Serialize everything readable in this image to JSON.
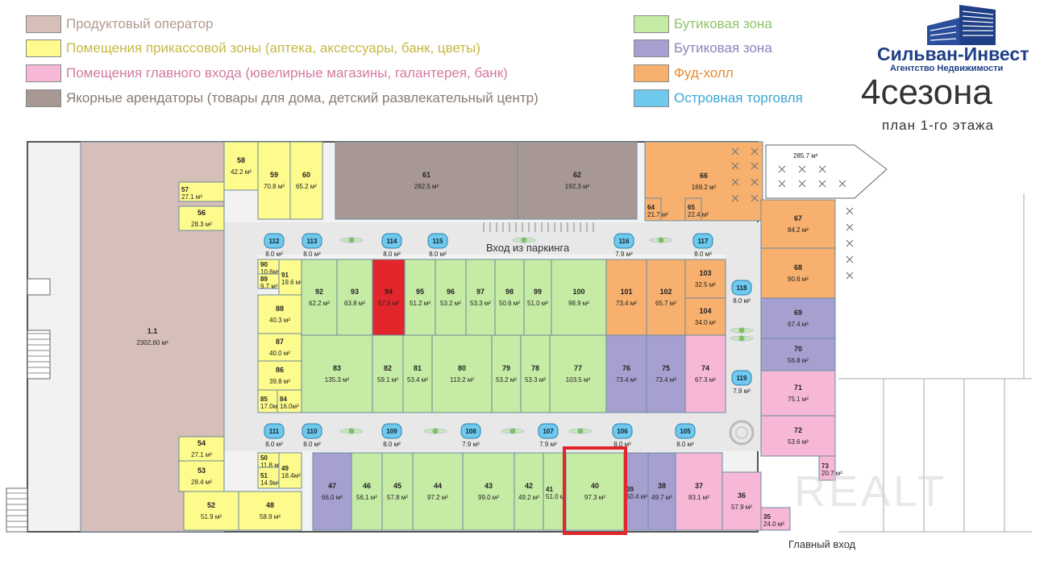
{
  "colors": {
    "product": "#d6bfb8",
    "checkout": "#fdfb8c",
    "entrance": "#f6b8d6",
    "anchor": "#a89894",
    "boutique_green": "#c6eba4",
    "boutique_purple": "#a6a0d0",
    "foodcourt": "#f7b06e",
    "island": "#6ec9ec",
    "highlight": "#e3262b",
    "corridor": "#e8e8e8"
  },
  "legend": [
    {
      "label": "Продуктовый оператор",
      "color": "#d6bfb8",
      "text_color": "#b29a90"
    },
    {
      "label": "Помещения прикассовой зоны (аптека, аксессуары, банк, цветы)",
      "color": "#fdfb8c",
      "text_color": "#c7b845"
    },
    {
      "label": "Помещения главного входа (ювелирные магазины, галантерея, банк)",
      "color": "#f6b8d6",
      "text_color": "#d47aa0"
    },
    {
      "label": "Якорные арендаторы (товары для дома, детский развлекательный центр)",
      "color": "#a89894",
      "text_color": "#8a7a74"
    },
    {
      "label": "Бутиковая зона",
      "color": "#c6eba4",
      "text_color": "#8fc46b"
    },
    {
      "label": "Бутиковая зона",
      "color": "#a6a0d0",
      "text_color": "#8a84b8"
    },
    {
      "label": "Фуд-холл",
      "color": "#f7b06e",
      "text_color": "#e98b2f"
    },
    {
      "label": "Островная торговля",
      "color": "#6ec9ec",
      "text_color": "#3ba7d6"
    }
  ],
  "logo": {
    "company": "Сильван-Инвест",
    "sub": "Агентство Недвижимости",
    "name": "4сезона",
    "plan": "план 1-го этажа"
  },
  "labels": {
    "parking_entrance": "Вход из паркинга",
    "main_entrance": "Главный вход",
    "free_area": "285.7 м²"
  },
  "units": [
    {
      "id": "1.1",
      "area": "2302,60 м²",
      "zone": "product"
    },
    {
      "id": "58",
      "area": "42.2 м²",
      "zone": "checkout"
    },
    {
      "id": "59",
      "area": "70.8 м²",
      "zone": "checkout"
    },
    {
      "id": "60",
      "area": "65.2 м²",
      "zone": "checkout"
    },
    {
      "id": "57",
      "area": "27.1 м²",
      "zone": "checkout"
    },
    {
      "id": "56",
      "area": "28.3 м²",
      "zone": "checkout"
    },
    {
      "id": "61",
      "area": "282.5 м²",
      "zone": "anchor"
    },
    {
      "id": "62",
      "area": "192.3 м²",
      "zone": "anchor"
    },
    {
      "id": "66",
      "area": "169.2 м²",
      "zone": "foodcourt"
    },
    {
      "id": "64",
      "area": "21.7 м²",
      "zone": "foodcourt"
    },
    {
      "id": "65",
      "area": "22.4 м²",
      "zone": "foodcourt"
    },
    {
      "id": "67",
      "area": "84.2 м²",
      "zone": "foodcourt"
    },
    {
      "id": "68",
      "area": "90.6 м²",
      "zone": "foodcourt"
    },
    {
      "id": "69",
      "area": "67.4 м²",
      "zone": "boutique_purple"
    },
    {
      "id": "70",
      "area": "56.8 м²",
      "zone": "boutique_purple"
    },
    {
      "id": "71",
      "area": "75.1 м²",
      "zone": "entrance"
    },
    {
      "id": "72",
      "area": "53.6 м²",
      "zone": "entrance"
    },
    {
      "id": "73",
      "area": "20.7 м²",
      "zone": "entrance"
    },
    {
      "id": "90",
      "area": "10.6м²",
      "zone": "checkout"
    },
    {
      "id": "89",
      "area": "9.7 м²",
      "zone": "checkout"
    },
    {
      "id": "91",
      "area": "19.6 м²",
      "zone": "checkout"
    },
    {
      "id": "88",
      "area": "40.3 м²",
      "zone": "checkout"
    },
    {
      "id": "87",
      "area": "40.0 м²",
      "zone": "checkout"
    },
    {
      "id": "86",
      "area": "39.8 м²",
      "zone": "checkout"
    },
    {
      "id": "85",
      "area": "17.0м²",
      "zone": "checkout"
    },
    {
      "id": "84",
      "area": "16.0м²",
      "zone": "checkout"
    },
    {
      "id": "92",
      "area": "62.2 м²",
      "zone": "boutique_green"
    },
    {
      "id": "93",
      "area": "63.8 м²",
      "zone": "boutique_green"
    },
    {
      "id": "94",
      "area": "57.6 м²",
      "zone": "highlight"
    },
    {
      "id": "95",
      "area": "51.2 м²",
      "zone": "boutique_green"
    },
    {
      "id": "96",
      "area": "53.2 м²",
      "zone": "boutique_green"
    },
    {
      "id": "97",
      "area": "53.3 м²",
      "zone": "boutique_green"
    },
    {
      "id": "98",
      "area": "50.6 м²",
      "zone": "boutique_green"
    },
    {
      "id": "99",
      "area": "51.0 м²",
      "zone": "boutique_green"
    },
    {
      "id": "100",
      "area": "98.9 м²",
      "zone": "boutique_green"
    },
    {
      "id": "101",
      "area": "73.4 м²",
      "zone": "foodcourt"
    },
    {
      "id": "102",
      "area": "65.7 м²",
      "zone": "foodcourt"
    },
    {
      "id": "103",
      "area": "32.5 м²",
      "zone": "foodcourt"
    },
    {
      "id": "104",
      "area": "34.0 м²",
      "zone": "foodcourt"
    },
    {
      "id": "83",
      "area": "135.3 м²",
      "zone": "boutique_green"
    },
    {
      "id": "82",
      "area": "59.1 м²",
      "zone": "boutique_green"
    },
    {
      "id": "81",
      "area": "53.4 м²",
      "zone": "boutique_green"
    },
    {
      "id": "80",
      "area": "113.2 м²",
      "zone": "boutique_green"
    },
    {
      "id": "79",
      "area": "53.2 м²",
      "zone": "boutique_green"
    },
    {
      "id": "78",
      "area": "53.3 м²",
      "zone": "boutique_green"
    },
    {
      "id": "77",
      "area": "103.5 м²",
      "zone": "boutique_green"
    },
    {
      "id": "76",
      "area": "73.4 м²",
      "zone": "boutique_purple"
    },
    {
      "id": "75",
      "area": "73.4 м²",
      "zone": "boutique_purple"
    },
    {
      "id": "74",
      "area": "67.3 м²",
      "zone": "entrance"
    },
    {
      "id": "54",
      "area": "27.1 м²",
      "zone": "checkout"
    },
    {
      "id": "53",
      "area": "28.4 м²",
      "zone": "checkout"
    },
    {
      "id": "50",
      "area": "11.8 м²",
      "zone": "checkout"
    },
    {
      "id": "51",
      "area": "14.9м²",
      "zone": "checkout"
    },
    {
      "id": "49",
      "area": "18.4м²",
      "zone": "checkout"
    },
    {
      "id": "52",
      "area": "51.9 м²",
      "zone": "checkout"
    },
    {
      "id": "48",
      "area": "58.9 м²",
      "zone": "checkout"
    },
    {
      "id": "47",
      "area": "66.0 м²",
      "zone": "boutique_purple"
    },
    {
      "id": "46",
      "area": "56.1 м²",
      "zone": "boutique_green"
    },
    {
      "id": "45",
      "area": "57.8 м²",
      "zone": "boutique_green"
    },
    {
      "id": "44",
      "area": "97.2 м²",
      "zone": "boutique_green"
    },
    {
      "id": "43",
      "area": "99.0 м²",
      "zone": "boutique_green"
    },
    {
      "id": "42",
      "area": "49.2 м²",
      "zone": "boutique_green"
    },
    {
      "id": "41",
      "area": "51.0 м²",
      "zone": "boutique_green"
    },
    {
      "id": "40",
      "area": "97.3 м²",
      "zone": "boutique_green"
    },
    {
      "id": "39",
      "area": "50.4 м²",
      "zone": "boutique_purple"
    },
    {
      "id": "38",
      "area": "49.7 м²",
      "zone": "boutique_purple"
    },
    {
      "id": "37",
      "area": "83.1 м²",
      "zone": "entrance"
    },
    {
      "id": "36",
      "area": "57.9 м²",
      "zone": "entrance"
    },
    {
      "id": "35",
      "area": "24.0 м²",
      "zone": "entrance"
    }
  ],
  "islands": [
    {
      "id": "112",
      "area": "8.0 м²"
    },
    {
      "id": "113",
      "area": "8.0 м²"
    },
    {
      "id": "114",
      "area": "8.0 м²"
    },
    {
      "id": "115",
      "area": "8.0 м²"
    },
    {
      "id": "116",
      "area": "7.9 м²"
    },
    {
      "id": "117",
      "area": "8.0 м²"
    },
    {
      "id": "118",
      "area": "8.0 м²"
    },
    {
      "id": "119",
      "area": "7.9 м²"
    },
    {
      "id": "111",
      "area": "8.0 м²"
    },
    {
      "id": "110",
      "area": "8.0 м²"
    },
    {
      "id": "109",
      "area": "8.0 м²"
    },
    {
      "id": "108",
      "area": "7.9 м²"
    },
    {
      "id": "107",
      "area": "7.9 м²"
    },
    {
      "id": "106",
      "area": "8.0 м²"
    },
    {
      "id": "105",
      "area": "8.0 м²"
    }
  ],
  "highlighted_unit": "40",
  "watermark": "REALT"
}
